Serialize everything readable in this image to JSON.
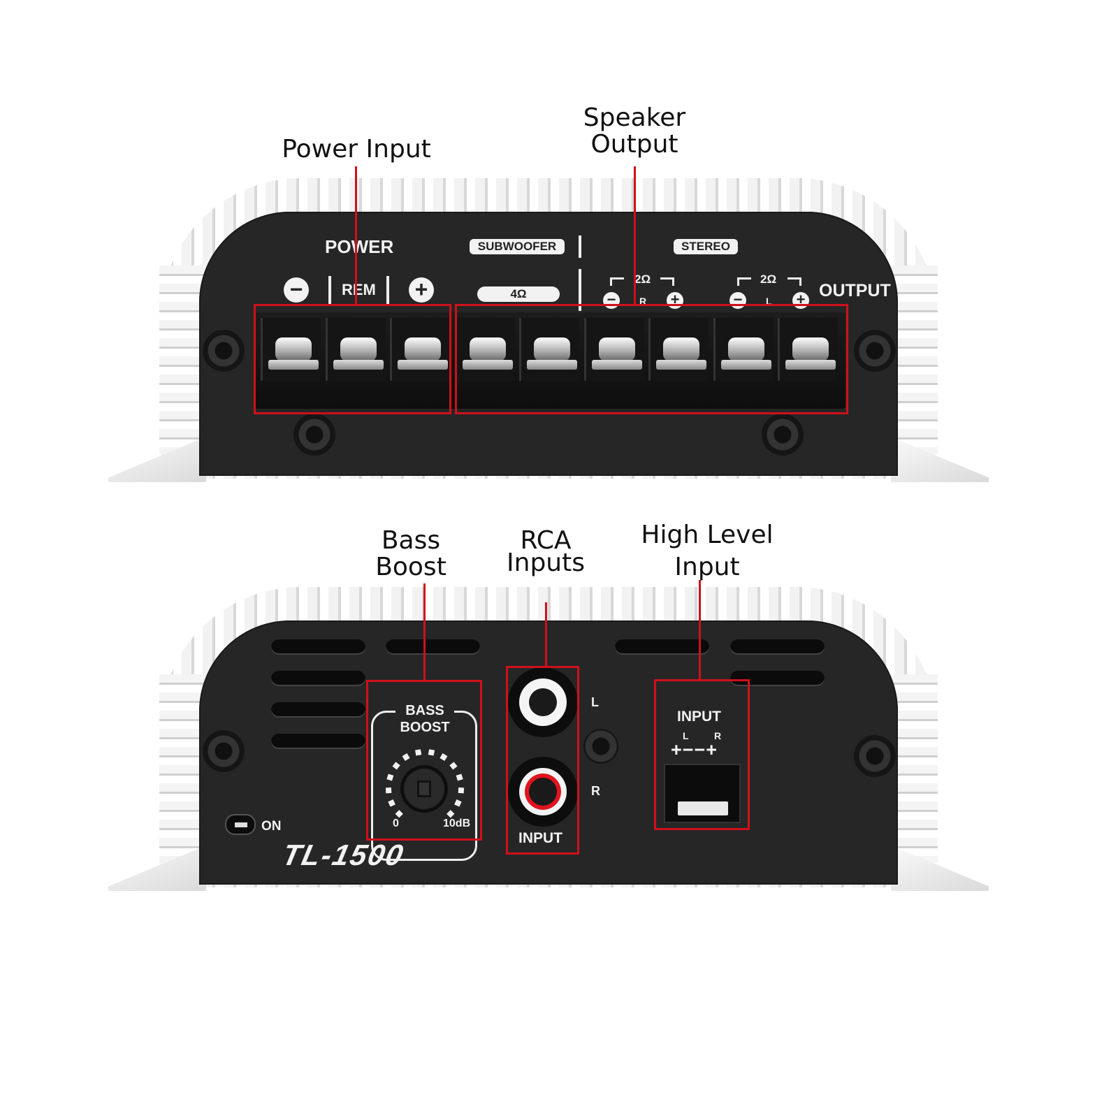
{
  "callouts": {
    "power_input": "Power Input",
    "speaker_output": [
      "Speaker",
      "Output"
    ],
    "bass_boost": [
      "Bass",
      "Boost"
    ],
    "rca_inputs": [
      "RCA",
      "Inputs"
    ],
    "high_level_input": [
      "High Level",
      "Input"
    ]
  },
  "top_panel": {
    "power": "POWER",
    "minus": "−",
    "rem": "REM",
    "plus": "+",
    "subwoofer": "SUBWOOFER",
    "sub_impedance": "4Ω",
    "stereo": "STEREO",
    "right_impedance": "2Ω",
    "right_channel": "R",
    "left_impedance": "2Ω",
    "left_channel": "L",
    "output": "OUTPUT"
  },
  "bottom_panel": {
    "bass_boost": [
      "BASS",
      "BOOST"
    ],
    "bass_min": "0",
    "bass_max": "10dB",
    "rca_left": "L",
    "rca_right": "R",
    "rca_input": "INPUT",
    "hl_input": "INPUT",
    "hl_left": "L",
    "hl_right": "R",
    "hl_polarity": "+−−+",
    "led": "ON",
    "model": "TL-1500"
  },
  "colors": {
    "callout_line": "#d0101a",
    "panel": "#262626",
    "rca_left": "#f4f4f4",
    "rca_right": "#e0141e"
  }
}
